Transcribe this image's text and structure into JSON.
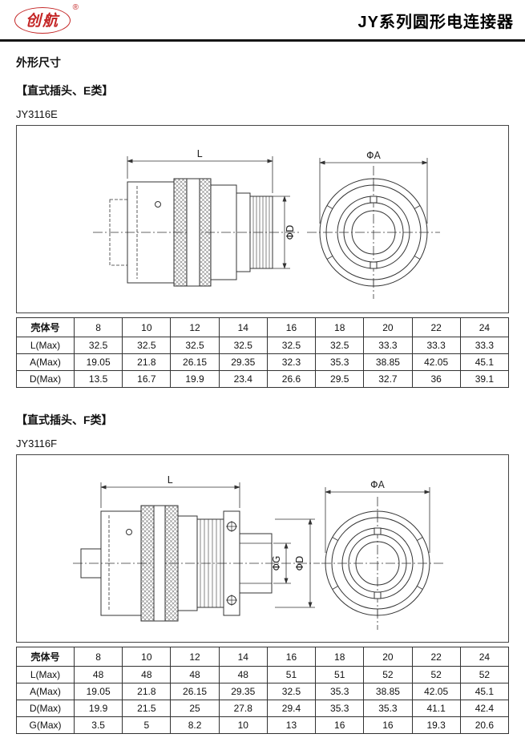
{
  "header": {
    "logo_text": "创航",
    "logo_reg": "®",
    "title": "JY系列圆形电连接器"
  },
  "section_title": "外形尺寸",
  "sections": [
    {
      "subtitle": "【直式插头、E类】",
      "model": "JY3116E",
      "labels": {
        "L": "L",
        "A": "ΦA",
        "D": "ΦD"
      },
      "table": {
        "header": [
          "壳体号",
          "8",
          "10",
          "12",
          "14",
          "16",
          "18",
          "20",
          "22",
          "24"
        ],
        "rows": [
          [
            "L(Max)",
            "32.5",
            "32.5",
            "32.5",
            "32.5",
            "32.5",
            "32.5",
            "33.3",
            "33.3",
            "33.3"
          ],
          [
            "A(Max)",
            "19.05",
            "21.8",
            "26.15",
            "29.35",
            "32.3",
            "35.3",
            "38.85",
            "42.05",
            "45.1"
          ],
          [
            "D(Max)",
            "13.5",
            "16.7",
            "19.9",
            "23.4",
            "26.6",
            "29.5",
            "32.7",
            "36",
            "39.1"
          ]
        ]
      }
    },
    {
      "subtitle": "【直式插头、F类】",
      "model": "JY3116F",
      "labels": {
        "L": "L",
        "A": "ΦA",
        "D": "ΦD",
        "G": "ΦG"
      },
      "table": {
        "header": [
          "壳体号",
          "8",
          "10",
          "12",
          "14",
          "16",
          "18",
          "20",
          "22",
          "24"
        ],
        "rows": [
          [
            "L(Max)",
            "48",
            "48",
            "48",
            "48",
            "51",
            "51",
            "52",
            "52",
            "52"
          ],
          [
            "A(Max)",
            "19.05",
            "21.8",
            "26.15",
            "29.35",
            "32.5",
            "35.3",
            "38.85",
            "42.05",
            "45.1"
          ],
          [
            "D(Max)",
            "19.9",
            "21.5",
            "25",
            "27.8",
            "29.4",
            "35.3",
            "35.3",
            "41.1",
            "42.4"
          ],
          [
            "G(Max)",
            "3.5",
            "5",
            "8.2",
            "10",
            "13",
            "16",
            "16",
            "19.3",
            "20.6"
          ]
        ]
      }
    }
  ]
}
